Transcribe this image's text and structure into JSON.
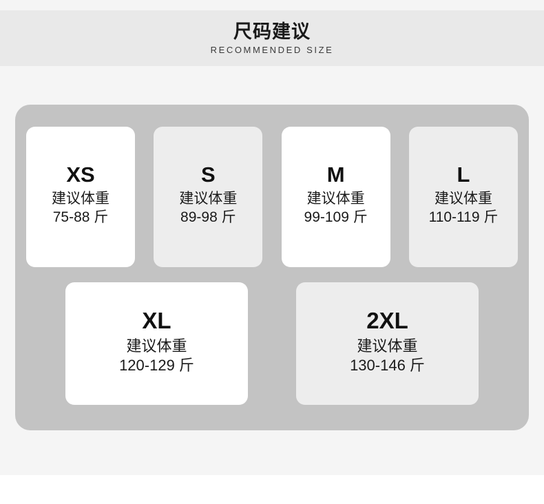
{
  "header": {
    "title": "尺码建议",
    "subtitle": "RECOMMENDED SIZE"
  },
  "colors": {
    "page_background": "#f5f5f5",
    "footer_background": "#ffffff",
    "header_band": "#e9e9e9",
    "panel": "#c3c3c3",
    "card_white": "#ffffff",
    "card_gray": "#ededed",
    "text": "#1a1a1a"
  },
  "size_chart": {
    "weight_caption": "建议体重",
    "unit": "斤",
    "rows": [
      {
        "cards": [
          {
            "size": "XS",
            "caption": "建议体重",
            "range": "75-88 斤",
            "min": 75,
            "max": 88,
            "style": "white"
          },
          {
            "size": "S",
            "caption": "建议体重",
            "range": "89-98 斤",
            "min": 89,
            "max": 98,
            "style": "gray"
          },
          {
            "size": "M",
            "caption": "建议体重",
            "range": "99-109 斤",
            "min": 99,
            "max": 109,
            "style": "white"
          },
          {
            "size": "L",
            "caption": "建议体重",
            "range": "110-119 斤",
            "min": 110,
            "max": 119,
            "style": "gray"
          }
        ]
      },
      {
        "cards": [
          {
            "size": "XL",
            "caption": "建议体重",
            "range": "120-129 斤",
            "min": 120,
            "max": 129,
            "style": "white"
          },
          {
            "size": "2XL",
            "caption": "建议体重",
            "range": "130-146 斤",
            "min": 130,
            "max": 146,
            "style": "gray"
          }
        ]
      }
    ]
  }
}
